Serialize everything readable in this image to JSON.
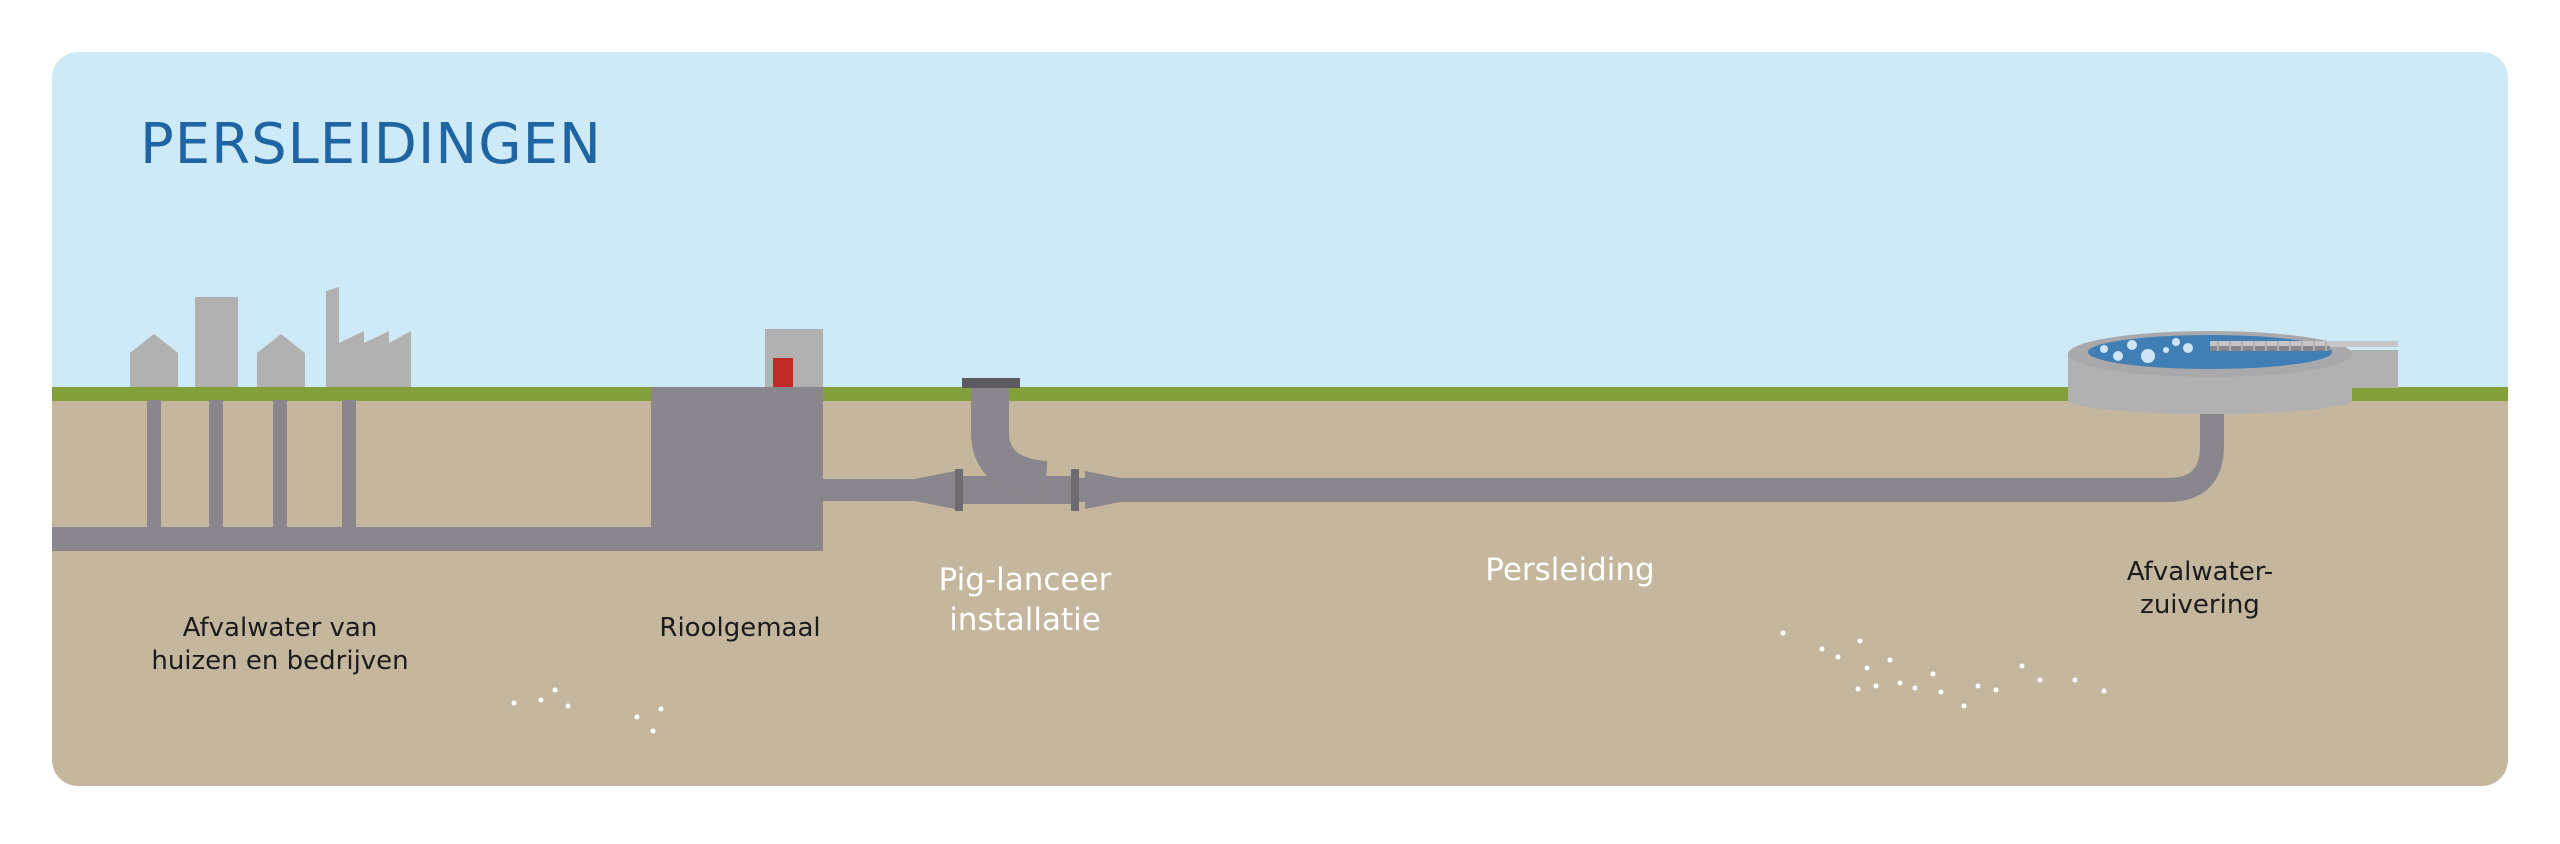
{
  "title": "PERSLEIDINGEN",
  "labels": {
    "afvalwater_huizen": [
      "Afvalwater van",
      "huizen en bedrijven"
    ],
    "rioolgemaal": [
      "Rioolgemaal"
    ],
    "pig_lanceer": [
      "Pig-lanceer",
      "installatie"
    ],
    "persleiding": [
      "Persleiding"
    ],
    "afvalwaterzuivering": [
      "Afvalwater-",
      "zuivering"
    ]
  },
  "colors": {
    "sky": "#ceeaf6",
    "grass": "#84a03a",
    "soil": "#c5b79d",
    "pipe": "#8a868d",
    "building": "#b2b1b2",
    "door": "#bf2a24",
    "title": "#1f64a3",
    "water": "#3f7fb5"
  }
}
